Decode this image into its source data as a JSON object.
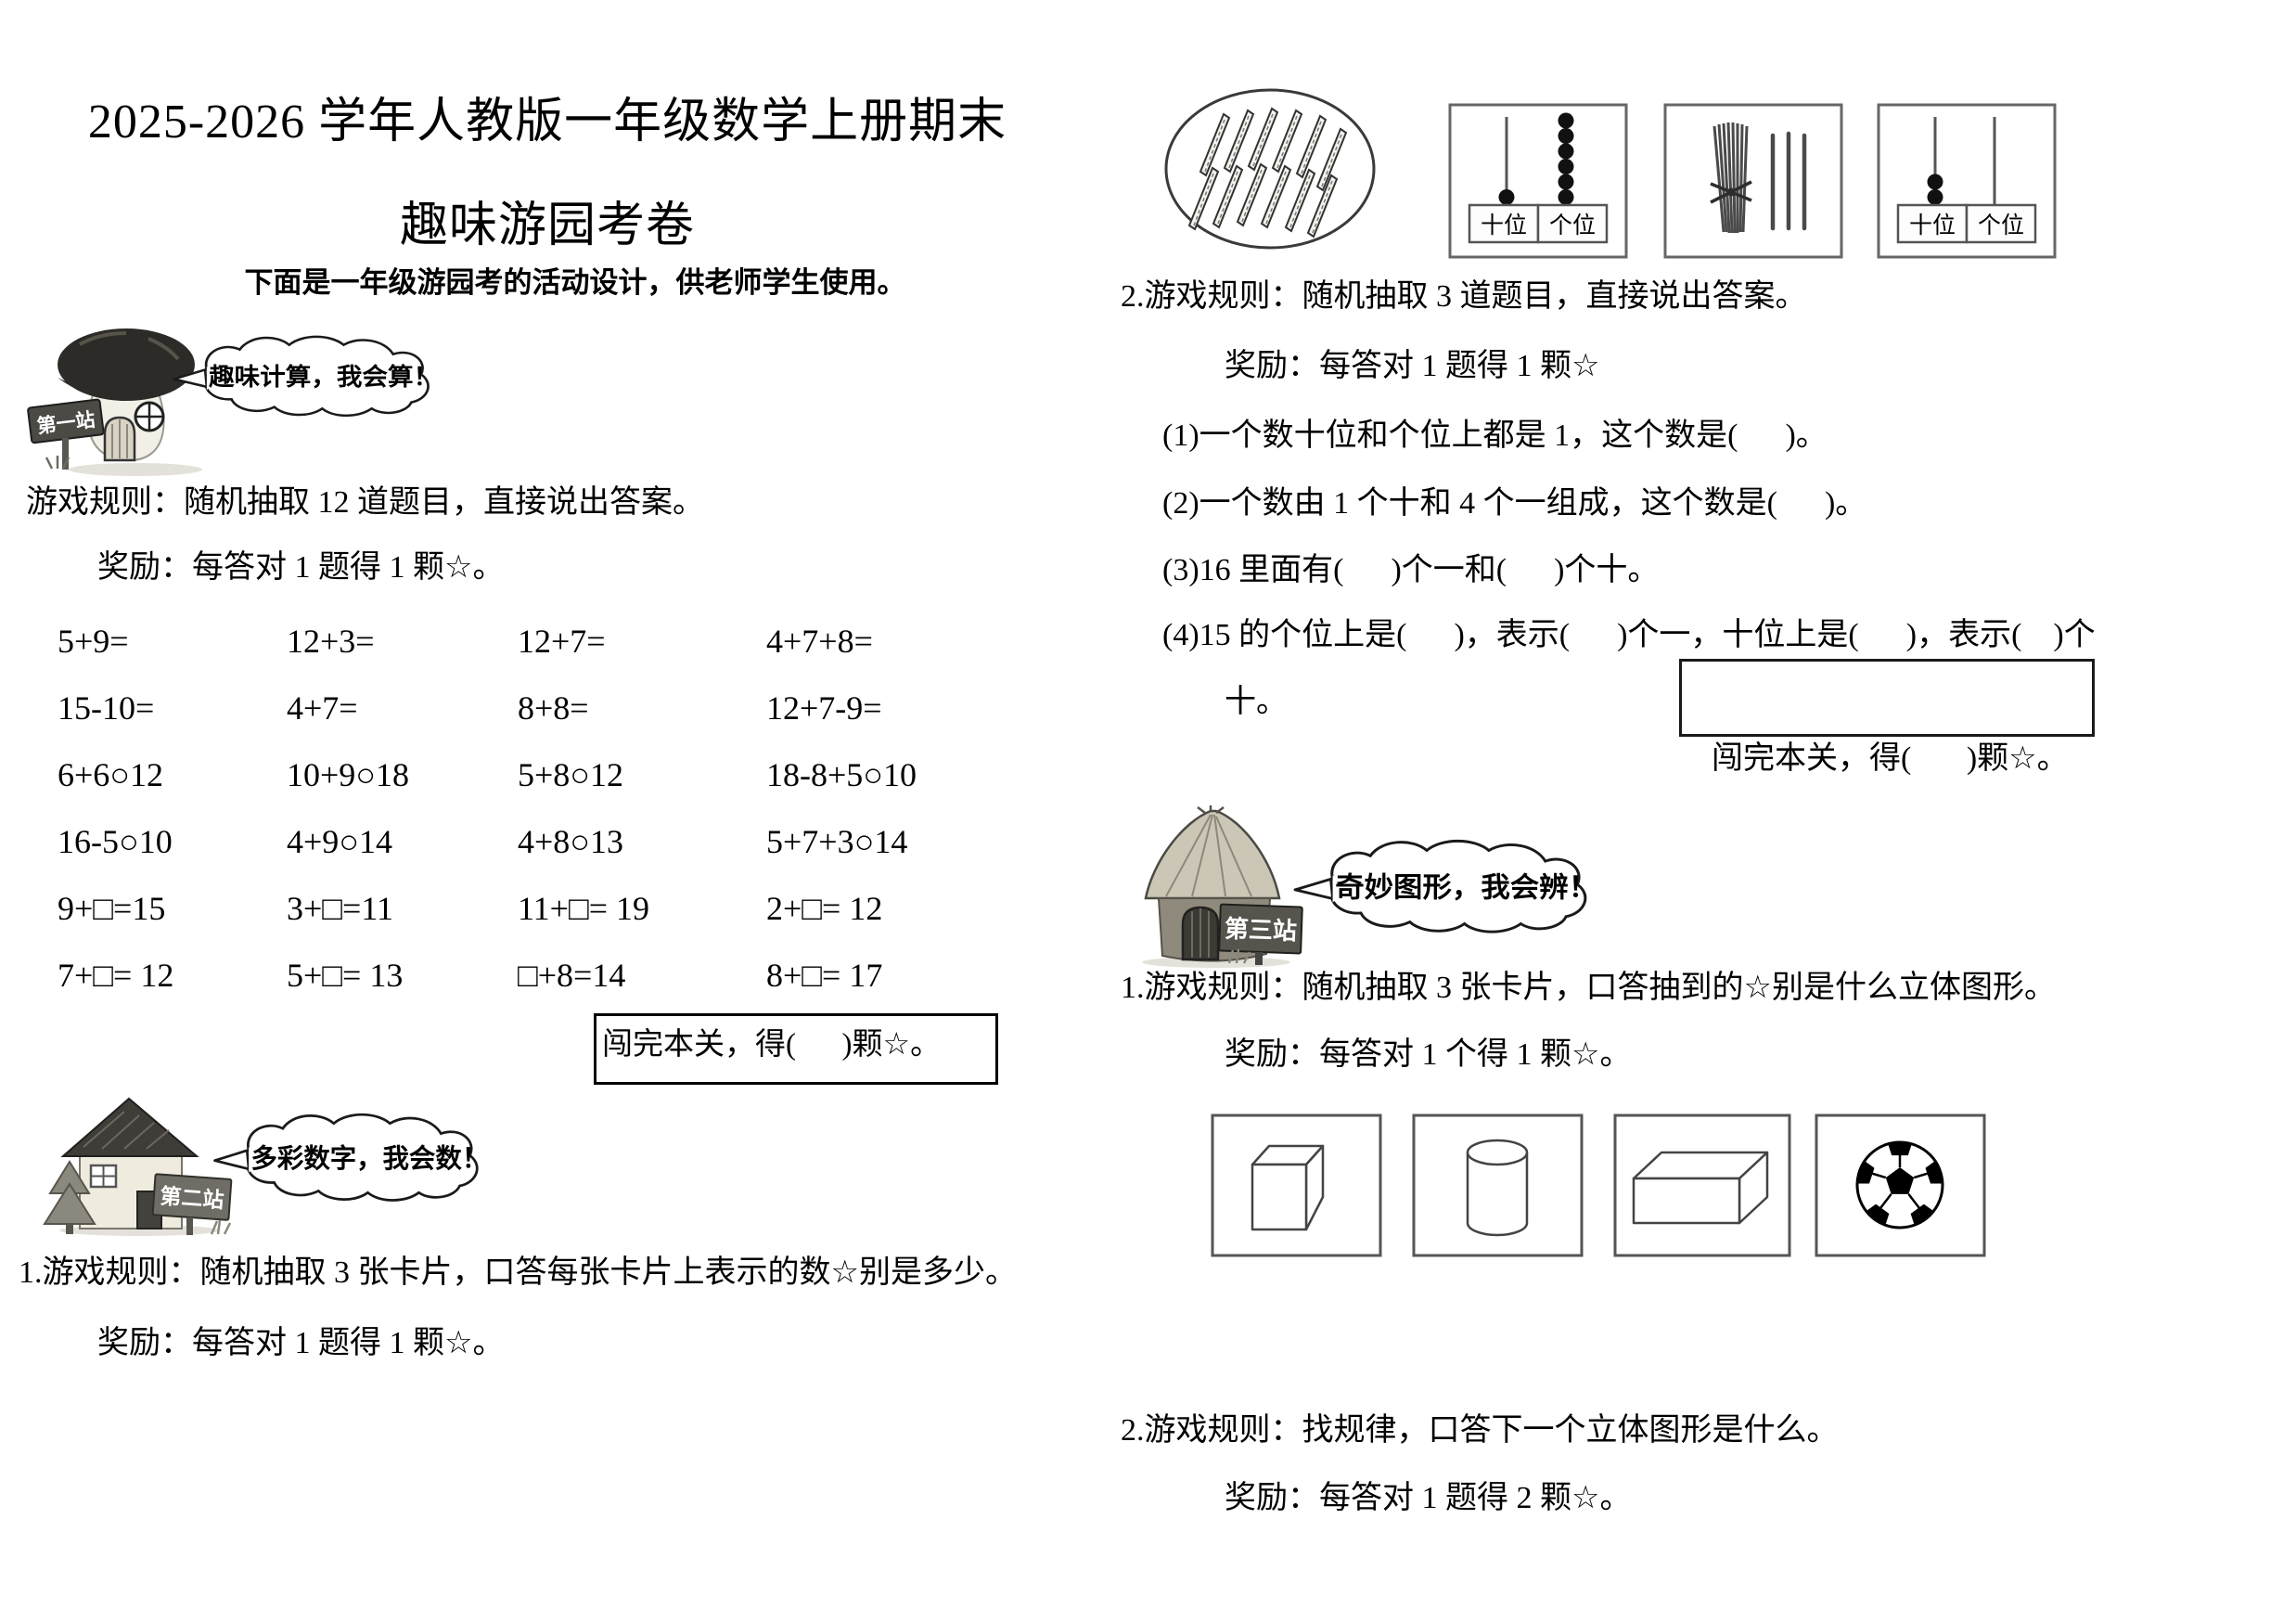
{
  "page": {
    "title": "2025-2026 学年人教版一年级数学上册期末",
    "subtitle": "趣味游园考卷",
    "intro": "下面是一年级游园考的活动设计，供老师学生使用。"
  },
  "station1": {
    "sign": "第一站",
    "bubble": "趣味计算，我会算！",
    "rules": "游戏规则：随机抽取 12 道题目，直接说出答案。",
    "reward": "奖励：每答对 1 题得 1 颗☆。",
    "problems": [
      [
        "5+9=",
        "12+3=",
        "12+7=",
        "4+7+8="
      ],
      [
        "15-10=",
        "4+7=",
        "8+8=",
        "12+7-9="
      ],
      [
        "6+6○12",
        "10+9○18",
        "5+8○12",
        "18-8+5○10"
      ],
      [
        "16-5○10",
        "4+9○14",
        "4+8○13",
        "5+7+3○14"
      ],
      [
        "9+□=15",
        "3+□=11",
        "11+□= 19",
        "2+□= 12"
      ],
      [
        "7+□= 12",
        "5+□= 13",
        "□+8=14",
        "8+□= 17"
      ]
    ],
    "pass_note": "闯完本关，得(      )颗☆。"
  },
  "station2": {
    "sign": "第二站",
    "bubble": "多彩数字，我会数！",
    "part1_rules": "1.游戏规则：随机抽取 3 张卡片，口答每张卡片上表示的数☆别是多少。",
    "part1_reward": "奖励：每答对 1 题得 1 颗☆。",
    "part2_rules": "2.游戏规则：随机抽取 3 道题目，直接说出答案。",
    "part2_reward": "奖励：每答对 1 题得 1 颗☆",
    "questions": [
      "(1)一个数十位和个位上都是 1，这个数是(      )。",
      "(2)一个数由 1 个十和 4 个一组成，这个数是(      )。",
      "(3)16 里面有(      )个一和(      )个十。",
      "(4)15 的个位上是(      )，表示(      )个一，十位上是(      )，表示(    )个"
    ],
    "q4_cont": "十。",
    "pass_note": "闯完本关，得(       )颗☆。",
    "cards": {
      "sticks_oval": {
        "count": 12
      },
      "abacus1": {
        "tens": 1,
        "ones": 6
      },
      "bundle": {
        "bundles": 1,
        "loose": 3
      },
      "abacus2": {
        "tens": 2,
        "ones": 0
      },
      "tens_label": "十位",
      "ones_label": "个位"
    }
  },
  "station3": {
    "sign": "第三站",
    "bubble": "奇妙图形，我会辨！",
    "part1_rules": "1.游戏规则：随机抽取 3 张卡片，口答抽到的☆别是什么立体图形。",
    "part1_reward": "奖励：每答对 1 个得 1 颗☆。",
    "shapes": [
      "cube",
      "cylinder",
      "cuboid",
      "sphere"
    ],
    "part2_rules": "2.游戏规则：找规律，口答下一个立体图形是什么。",
    "part2_reward": "奖励：每答对 1 题得 2 颗☆。"
  }
}
